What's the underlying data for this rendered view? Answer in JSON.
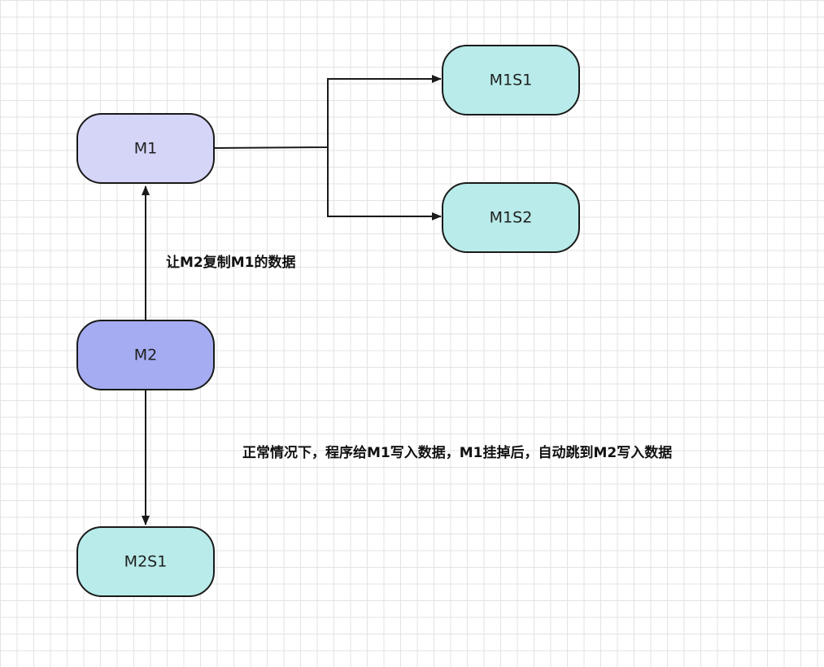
{
  "nodes": {
    "m1": {
      "label": "M1",
      "fill": "#d4d5f7"
    },
    "m2": {
      "label": "M2",
      "fill": "#a5acf1"
    },
    "m1s1": {
      "label": "M1S1",
      "fill": "#b8ebe9"
    },
    "m1s2": {
      "label": "M1S2",
      "fill": "#b8ebe9"
    },
    "m2s1": {
      "label": "M2S1",
      "fill": "#b8ebe9"
    }
  },
  "annotations": {
    "replicate": "让M2复制M1的数据",
    "failover": "正常情况下，程序给M1写入数据，M1挂掉后，自动跳到M2写入数据"
  },
  "colors": {
    "stroke": "#1a1a1a",
    "grid": "#e3e3e3"
  }
}
